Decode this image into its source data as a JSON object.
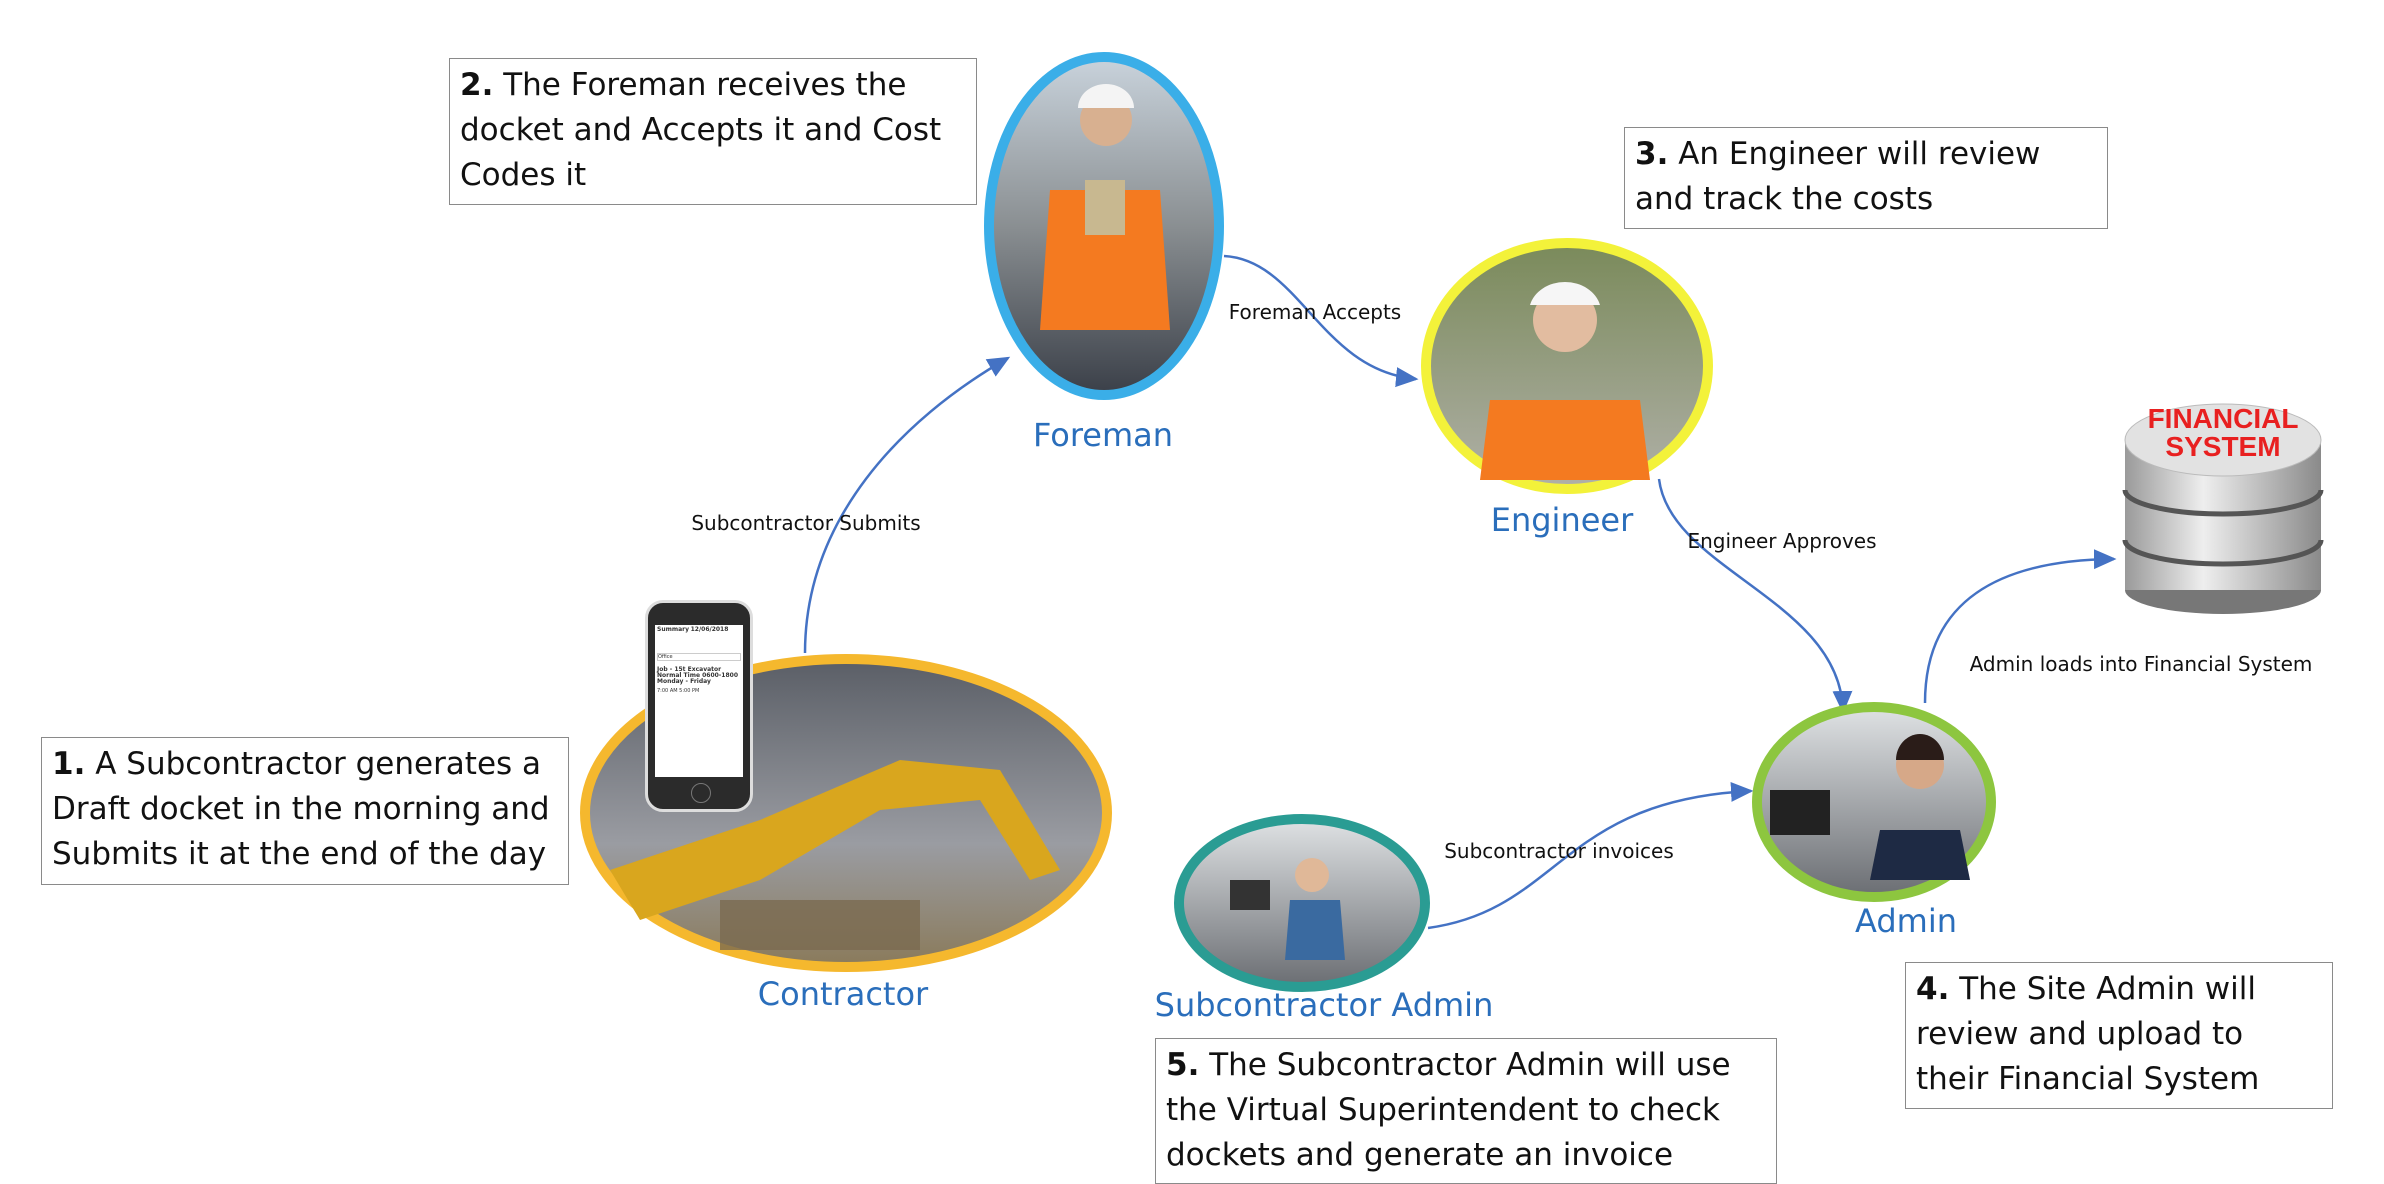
{
  "steps": [
    {
      "num": "1.",
      "text": " A Subcontractor generates a Draft docket in the morning and Submits it at the end of the day"
    },
    {
      "num": "2.",
      "text": " The Foreman receives the docket and Accepts it and Cost Codes it"
    },
    {
      "num": "3.",
      "text": " An Engineer will review and track the costs"
    },
    {
      "num": "4.",
      "text": " The Site Admin will review and upload to their Financial System"
    },
    {
      "num": "5.",
      "text": " The Subcontractor Admin will use the Virtual Superintendent to check dockets and generate an invoice"
    }
  ],
  "roles": {
    "contractor": "Contractor",
    "foreman": "Foreman",
    "engineer": "Engineer",
    "admin": "Admin",
    "subcontractor_admin": "Subcontractor Admin"
  },
  "flows": {
    "submits": "Subcontractor  Submits",
    "accepts": "Foreman Accepts",
    "approves": "Engineer Approves",
    "loads": "Admin loads into Financial System",
    "invoices": "Subcontractor  invoices"
  },
  "database": {
    "line1": "FINANCIAL",
    "line2": "SYSTEM"
  },
  "phone": {
    "title": "Summary",
    "date": "12/06/2018",
    "office": "Office",
    "job": "Job - 15t Excavator Normal Time 0600-1800 Monday - Friday",
    "start": "7:00 AM",
    "finish": "5:00 PM"
  },
  "colors": {
    "foreman": "#3aaee8",
    "engineer": "#f3f23a",
    "admin": "#8dc63f",
    "contractor": "#f5b82e",
    "subcontractor_admin": "#2a9c93",
    "arrow": "#4472c4",
    "role_text": "#2a6ebb",
    "db_text": "#e82020"
  }
}
